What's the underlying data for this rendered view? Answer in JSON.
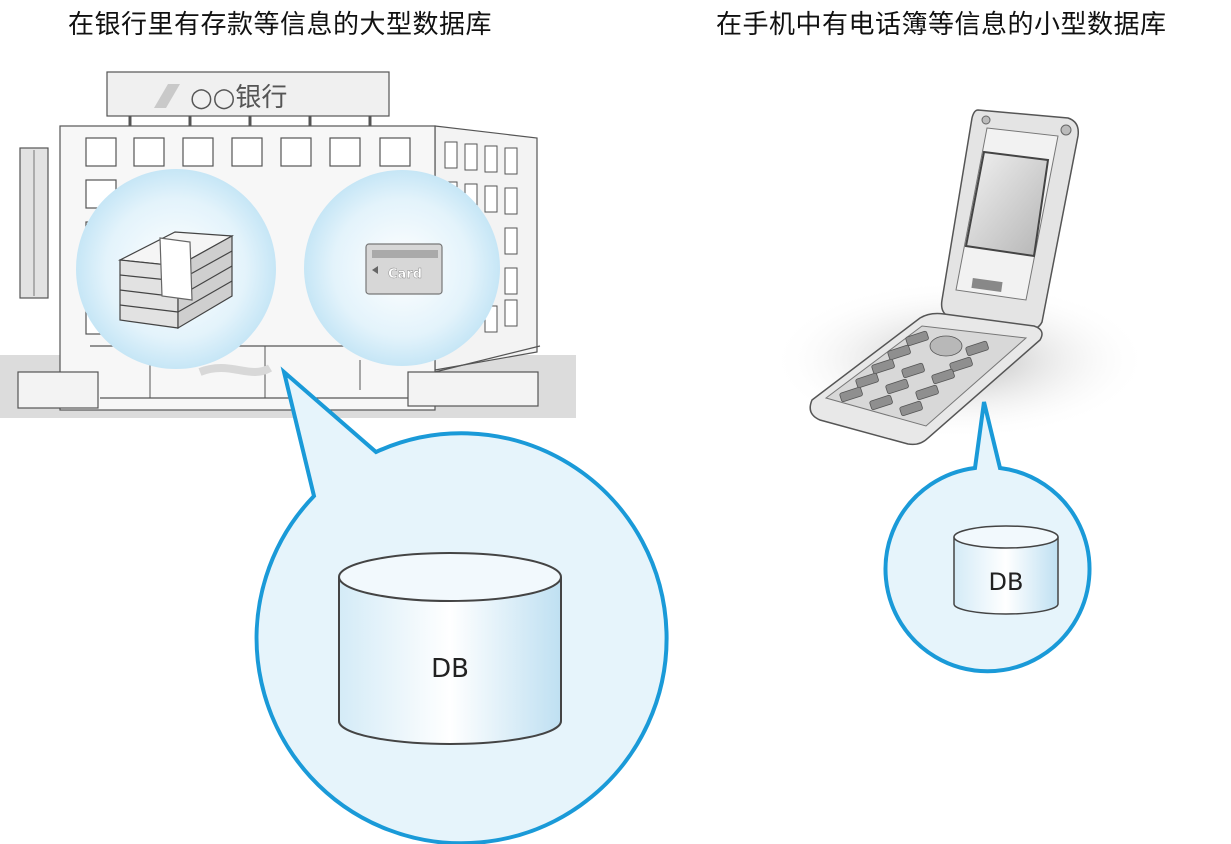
{
  "captions": {
    "bank": "在银行里有存款等信息的大型数据库",
    "phone": "在手机中有电话簿等信息的小型数据库"
  },
  "bank": {
    "sign_text": "○○银行",
    "card_text": "Card",
    "db_label": "DB"
  },
  "phone": {
    "db_label": "DB"
  },
  "colors": {
    "bubble_stroke": "#1a9ad8",
    "bubble_fill": "#e6f4fb",
    "db_fill": "#d5ecf8"
  }
}
